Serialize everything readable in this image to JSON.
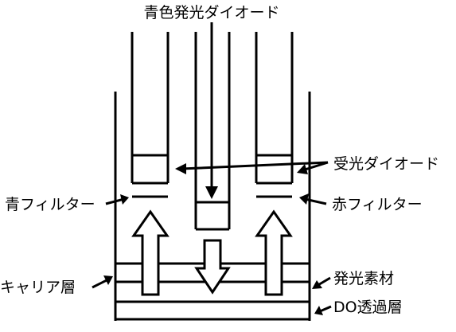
{
  "labels": {
    "blue_led": "青色発光ダイオード",
    "receiver_diode": "受光ダイオード",
    "blue_filter": "青フィルター",
    "red_filter": "赤フィルター",
    "emitting_material": "発光素材",
    "carrier_layer": "キャリア層",
    "do_transmissive_layer": "DO透過層"
  }
}
